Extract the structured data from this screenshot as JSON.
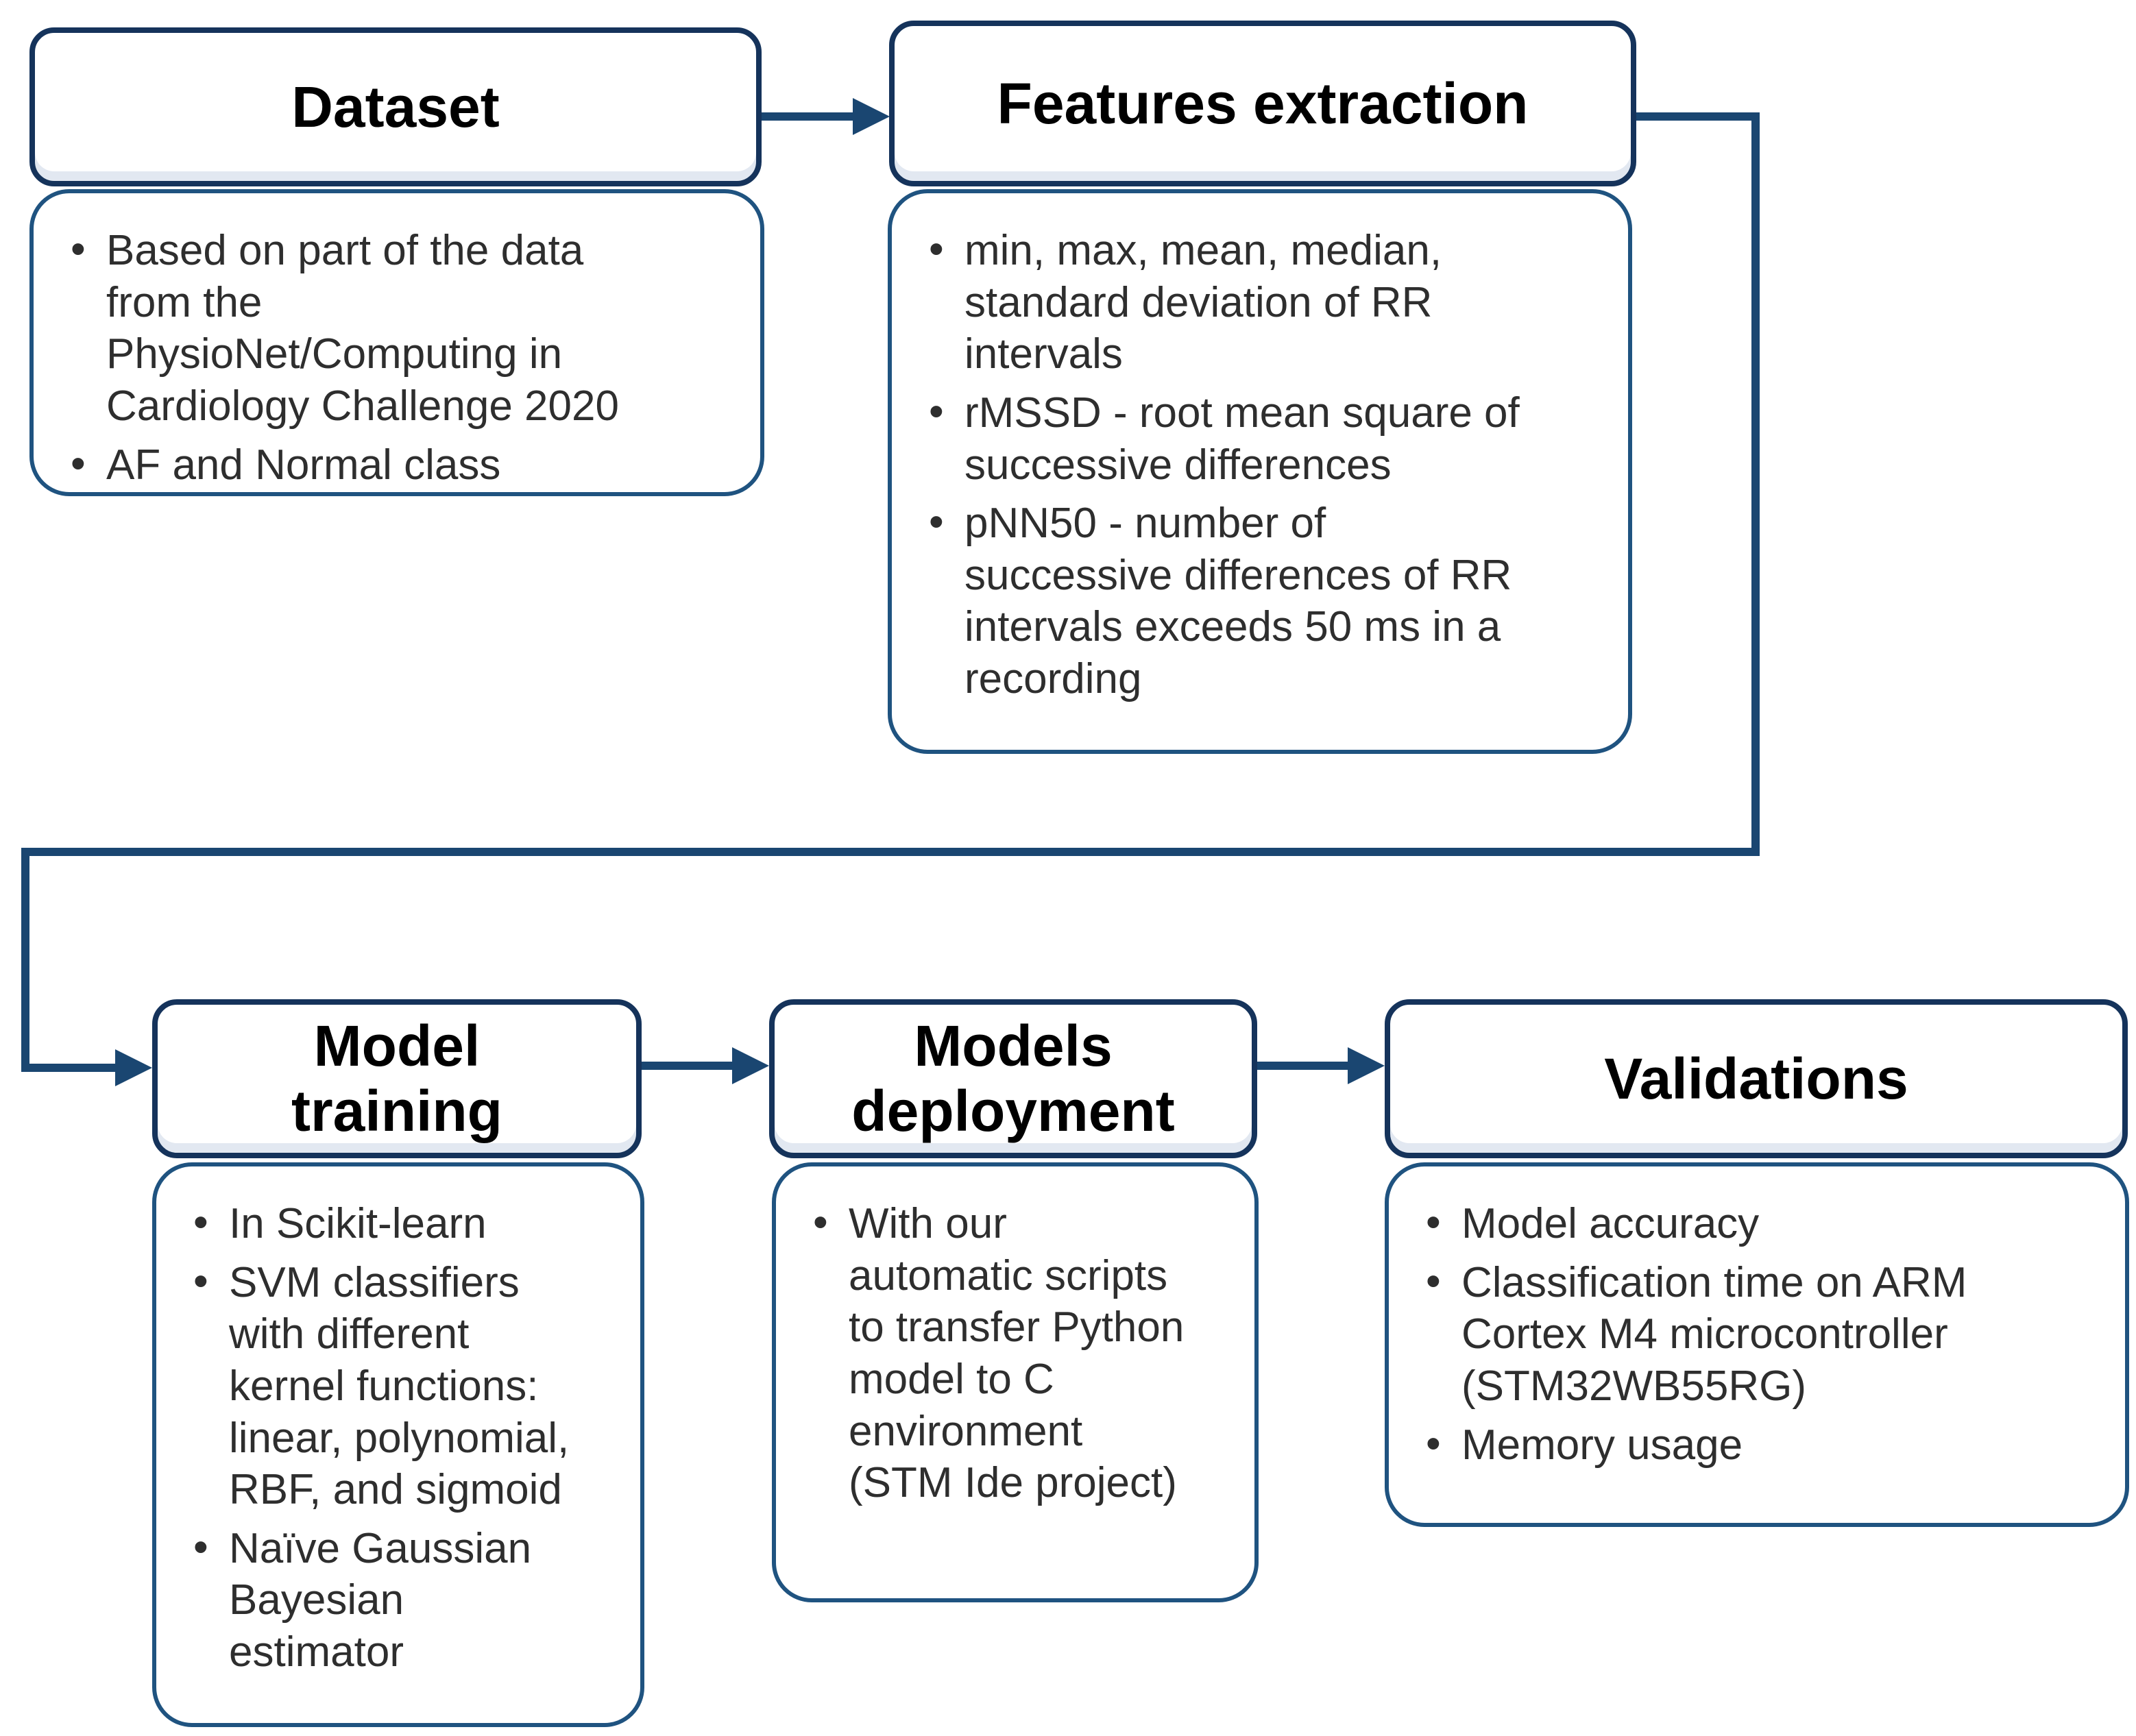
{
  "diagram_title": "ML pipeline flowchart",
  "colors": {
    "title_border": "#15335b",
    "content_border": "#1f5380",
    "arrow": "#1a4671",
    "title_text": "#000000",
    "body_text": "#2e2e2e",
    "background": "#ffffff",
    "title_shadow": "#e2e8f1"
  },
  "stages": [
    {
      "id": "dataset",
      "title": "Dataset",
      "bullets": [
        "Based on part of the data\nfrom the\nPhysioNet/Computing in\nCardiology Challenge 2020",
        "AF and Normal class"
      ]
    },
    {
      "id": "features-extraction",
      "title": "Features extraction",
      "bullets": [
        "min, max, mean, median,\nstandard deviation of RR\nintervals",
        "rMSSD - root mean square of\nsuccessive differences",
        " pNN50 - number of\nsuccessive differences of RR\nintervals exceeds 50 ms in a\nrecording"
      ]
    },
    {
      "id": "model-training",
      "title": "Model\ntraining",
      "bullets": [
        "In Scikit-learn",
        "SVM classifiers\nwith different\nkernel functions:\nlinear, polynomial,\nRBF, and sigmoid",
        "Naïve Gaussian\nBayesian\nestimator"
      ]
    },
    {
      "id": "models-deployment",
      "title": "Models\ndeployment",
      "bullets": [
        "With our\nautomatic scripts\nto transfer Python\nmodel to C\nenvironment\n(STM Ide project)"
      ]
    },
    {
      "id": "validations",
      "title": "Validations",
      "bullets": [
        "Model accuracy",
        "Classification time on ARM\nCortex M4 microcontroller\n(STM32WB55RG)",
        "Memory usage"
      ]
    }
  ],
  "connections": [
    {
      "from": "Dataset",
      "to": "Features extraction",
      "style": "arrow"
    },
    {
      "from": "Features extraction",
      "to": "Model training",
      "style": "elbow-arrow"
    },
    {
      "from": "Model training",
      "to": "Models deployment",
      "style": "arrow"
    },
    {
      "from": "Models deployment",
      "to": "Validations",
      "style": "arrow"
    }
  ]
}
